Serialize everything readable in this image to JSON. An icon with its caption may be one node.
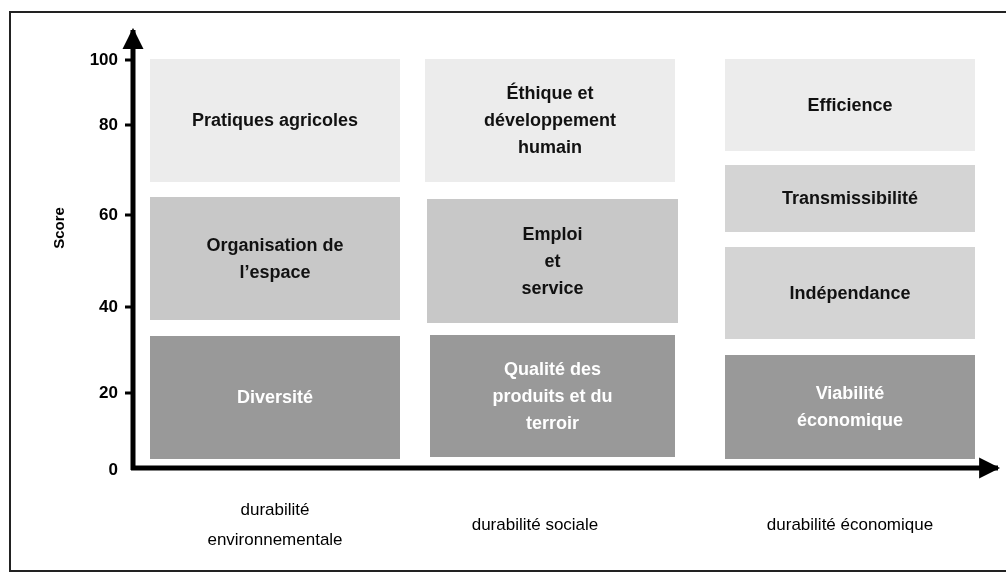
{
  "diagram": {
    "nodes": [
      {
        "text": [
          "Pratiques agricoles"
        ]
      },
      {
        "text": [
          "Éthique et développement humain"
        ]
      },
      {
        "text": [
          "Efficience"
        ]
      },
      {
        "text": [
          "Organisation de l’espace"
        ]
      },
      {
        "text": [
          "Emploi et service"
        ]
      },
      {
        "text": [
          "Transmissibilité"
        ]
      },
      {
        "text": [
          "Indépendance"
        ]
      },
      {
        "text": [
          "Diversité"
        ]
      },
      {
        "text": [
          "Qualité des produits et du terroir"
        ]
      },
      {
        "text": [
          "Viabilité économique"
        ]
      }
    ],
    "labels": [
      "100",
      "80",
      "Score",
      "60",
      "40",
      "20",
      "0",
      "durabilité environnementale",
      "durabilité sociale",
      "durabilité économique"
    ]
  }
}
